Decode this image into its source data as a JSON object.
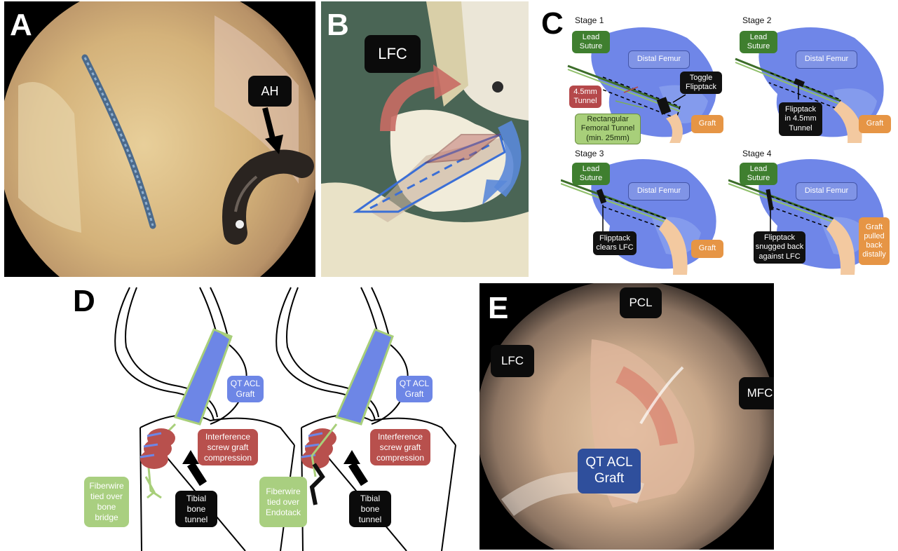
{
  "panels": {
    "a": {
      "label": "A",
      "tags": {
        "ah": "AH"
      }
    },
    "b": {
      "label": "B",
      "tags": {
        "lfc": "LFC"
      }
    },
    "c": {
      "label": "C",
      "stages": [
        {
          "title": "Stage 1",
          "lead_suture": "Lead\nSuture",
          "distal_femur": "Distal Femur",
          "graft": "Graft",
          "notes": {
            "toggle": "Toggle\nFlipptack",
            "tunnel": "4.5mm\nTunnel",
            "rect": "Rectangular\nFemoral Tunnel\n(min. 25mm)"
          }
        },
        {
          "title": "Stage 2",
          "lead_suture": "Lead\nSuture",
          "distal_femur": "Distal Femur",
          "graft": "Graft",
          "notes": {
            "flipptack": "Flipptack\nin 4.5mm\nTunnel"
          }
        },
        {
          "title": "Stage 3",
          "lead_suture": "Lead\nSuture",
          "distal_femur": "Distal Femur",
          "graft": "Graft",
          "notes": {
            "flipptack": "Flipptack\nclears LFC"
          }
        },
        {
          "title": "Stage 4",
          "lead_suture": "Lead\nSuture",
          "distal_femur": "Distal Femur",
          "graft": "Graft\npulled\nback\ndistally",
          "notes": {
            "flipptack": "Flipptack\nsnugged back\nagainst LFC"
          }
        }
      ]
    },
    "d": {
      "label": "D",
      "left": {
        "graft": "QT ACL\nGraft",
        "screw": "Interference\nscrew graft\ncompression",
        "fiber": "Fiberwire\ntied over\nbone\nbridge",
        "tunnel": "Tibial\nbone\ntunnel"
      },
      "right": {
        "graft": "QT ACL\nGraft",
        "screw": "Interference\nscrew graft\ncompression",
        "fiber": "Fiberwire\ntied over\nEndotack",
        "tunnel": "Tibial\nbone\ntunnel"
      }
    },
    "e": {
      "label": "E",
      "tags": {
        "pcl": "PCL",
        "lfc": "LFC",
        "mfc": "MFC"
      },
      "graft_label": "QT ACL\nGraft"
    }
  },
  "colors": {
    "femur_blue": "#6f86e8",
    "graft_orange": "#f3c9a0",
    "lead_green": "#3f7f2f",
    "tunnel_red": "#b5484a",
    "rect_green": "#a8cf7a",
    "graft_box_orange": "#e69545",
    "qt_blue": "#5b7fd4",
    "screw_red": "#b8504d",
    "fiber_green": "#a9cf80",
    "e_graft_blue": "#2f4f9c"
  }
}
